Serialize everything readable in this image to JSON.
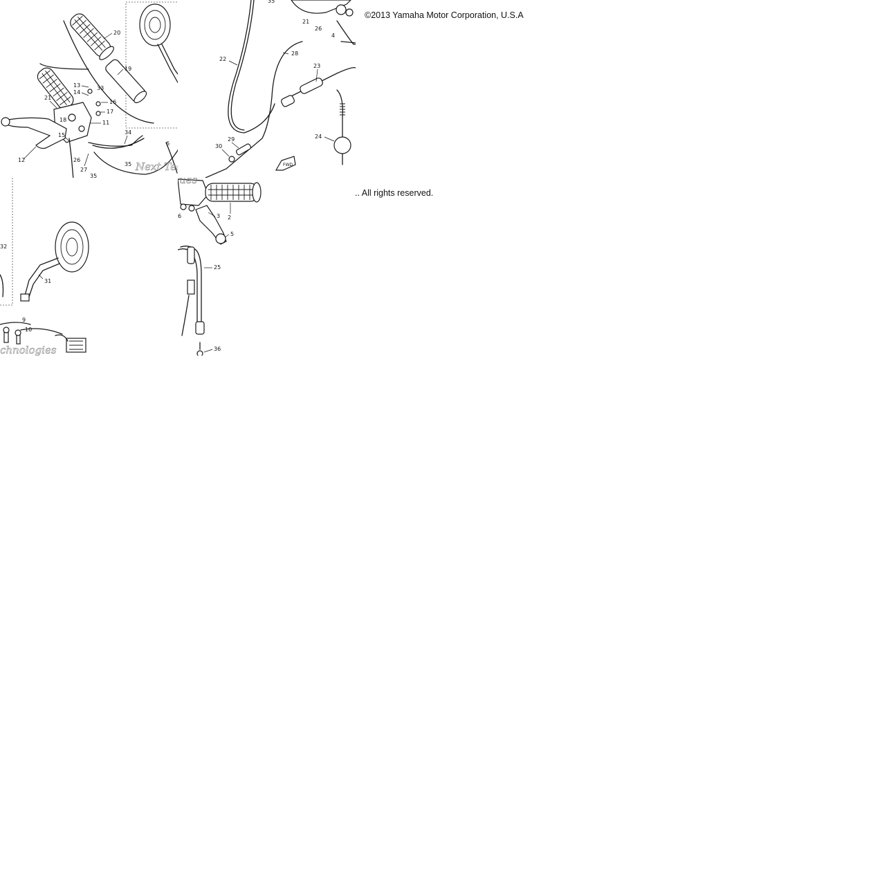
{
  "diagram": {
    "copyright_line_1": "©2013 Yamaha Motor Corporation, U.S.A",
    "copyright_line_2": ".. All rights reserved.",
    "watermark_1": "Next Tec",
    "watermark_2": "ues",
    "watermark_3": "chnologies",
    "direction_marker": "FWD",
    "tile_a_callouts": [
      "20",
      "19",
      "13",
      "33",
      "14",
      "16",
      "21",
      "17",
      "18",
      "11",
      "15",
      "34",
      "12",
      "26",
      "27",
      "6",
      "35",
      "35"
    ],
    "tile_b_callouts": [
      "35",
      "21",
      "26",
      "4",
      "22",
      "28",
      "23",
      "29",
      "24",
      "30"
    ],
    "tile_c_callouts": [
      "32",
      "31",
      "9",
      "10"
    ],
    "tile_d_callouts": [
      "6",
      "3",
      "2",
      "5",
      "25",
      "36"
    ]
  }
}
